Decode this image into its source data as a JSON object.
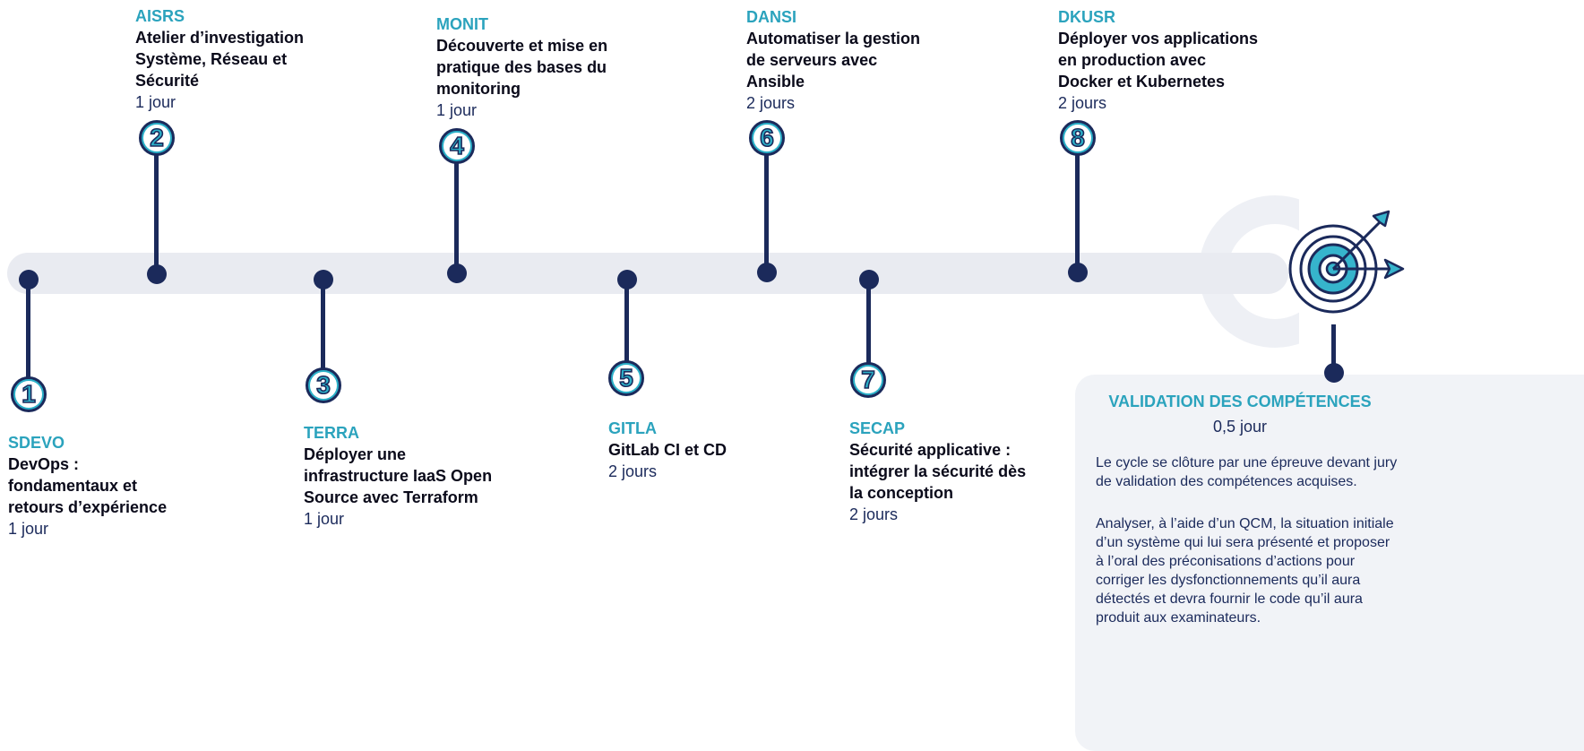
{
  "steps": [
    {
      "number": "1",
      "code": "SDEVO",
      "title": "DevOps :\nfondamentaux et\nretours d’expérience",
      "duration": "1 jour"
    },
    {
      "number": "2",
      "code": "AISRS",
      "title": "Atelier d’investigation\nSystème, Réseau et\nSécurité",
      "duration": "1 jour"
    },
    {
      "number": "3",
      "code": "TERRA",
      "title": "Déployer une\ninfrastructure IaaS Open\nSource avec Terraform",
      "duration": "1 jour"
    },
    {
      "number": "4",
      "code": "MONIT",
      "title": "Découverte et mise en\npratique des bases du\nmonitoring",
      "duration": "1 jour"
    },
    {
      "number": "5",
      "code": "GITLA",
      "title": "GitLab CI et CD",
      "duration": "2 jours"
    },
    {
      "number": "6",
      "code": "DANSI",
      "title": "Automatiser la gestion\nde serveurs avec\nAnsible",
      "duration": "2 jours"
    },
    {
      "number": "7",
      "code": "SECAP",
      "title": "Sécurité applicative :\nintégrer la sécurité dès\n la conception",
      "duration": "2 jours"
    },
    {
      "number": "8",
      "code": "DKUSR",
      "title": "Déployer vos applications\nen production avec\nDocker et Kubernetes",
      "duration": "2 jours"
    }
  ],
  "validation": {
    "title": "VALIDATION DES COMPÉTENCES",
    "duration": "0,5 jour",
    "paragraph_1": "Le cycle se clôture par une épreuve devant jury de validation des compétences acquises.",
    "paragraph_2": "Analyser, à l’aide d’un QCM, la situation initiale d’un système qui lui sera présenté et proposer à l’oral des préconisations d’actions pour corriger les dysfonctionnements qu’il aura détectés et devra fournir le code qu’il aura produit aux examinateurs."
  },
  "colors": {
    "navy": "#1b2a5b",
    "teal": "#2ba3bd",
    "track": "#e9ebf1"
  },
  "icons": {
    "goal": "target-with-arrows-icon"
  }
}
